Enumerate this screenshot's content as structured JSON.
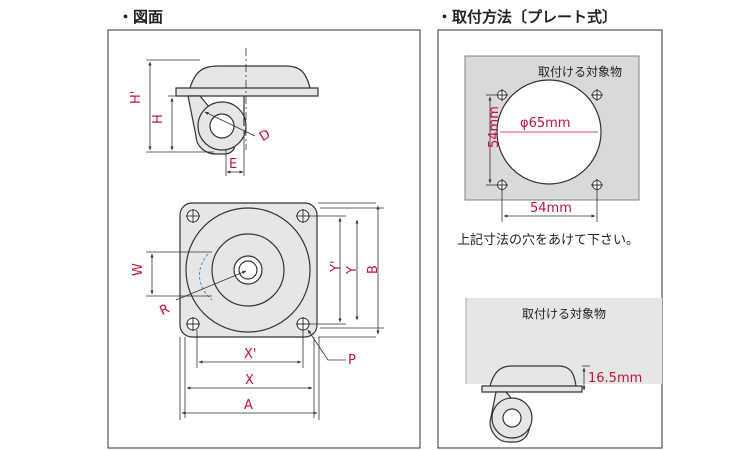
{
  "left_panel": {
    "title": "・図面",
    "labels": {
      "h_prime": "H'",
      "h": "H",
      "d": "D",
      "e": "E",
      "w": "W",
      "r": "R",
      "y_prime": "Y'",
      "y": "Y",
      "b": "B",
      "x_prime": "X'",
      "x": "X",
      "a": "A",
      "p": "P"
    }
  },
  "right_panel": {
    "title": "・取付方法〔プレート式〕",
    "plate": {
      "target_label": "取付ける対象物",
      "diameter": "φ65mm",
      "height_dim": "54mm",
      "width_dim": "54mm"
    },
    "instruction": "上記寸法の穴をあけて下さい。",
    "side": {
      "target_label": "取付ける対象物",
      "height_dim": "16.5mm"
    }
  },
  "colors": {
    "dimension": "#c0143c",
    "plate_fill": "#d9d9d9",
    "caster_fill": "#e6e6e6"
  }
}
